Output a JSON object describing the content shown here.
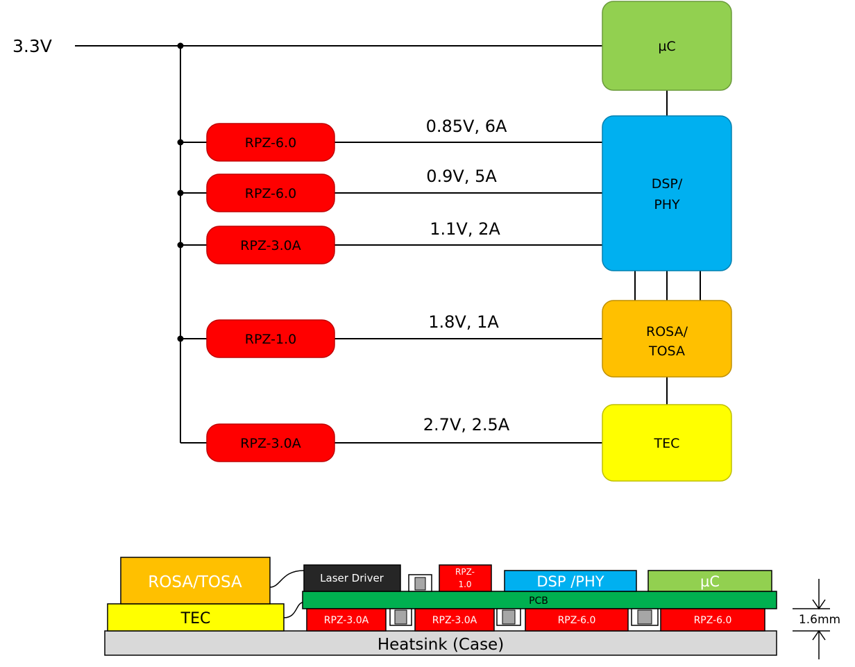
{
  "colors": {
    "regulator": "#ff0000",
    "mcu": "#92d050",
    "dsp": "#00b0f0",
    "rosa": "#ffc000",
    "tec": "#ffff00",
    "pcb": "#00b050",
    "heatsink": "#d9d9d9",
    "driver": "#262626",
    "wire": "#000000"
  },
  "schematic": {
    "supply_label": "3.3V",
    "loads": {
      "mcu": "µC",
      "dsp_line1": "DSP/",
      "dsp_line2": "PHY",
      "rosa_line1": "ROSA/",
      "rosa_line2": "TOSA",
      "tec": "TEC"
    },
    "rails": [
      {
        "regulator": "RPZ-6.0",
        "output": "0.85V, 6A"
      },
      {
        "regulator": "RPZ-6.0",
        "output": "0.9V, 5A"
      },
      {
        "regulator": "RPZ-3.0A",
        "output": "1.1V, 2A"
      },
      {
        "regulator": "RPZ-1.0",
        "output": "1.8V, 1A"
      },
      {
        "regulator": "RPZ-3.0A",
        "output": "2.7V, 2.5A"
      }
    ]
  },
  "cross_section": {
    "rosa_tosa": "ROSA/TOSA",
    "tec": "TEC",
    "laser_driver": "Laser Driver",
    "rpz_small_line1": "RPZ-",
    "rpz_small_line2": "1.0",
    "dsp_phy": "DSP /PHY",
    "mcu": "µC",
    "pcb": "PCB",
    "bottom_regulators": [
      "RPZ-3.0A",
      "RPZ-3.0A",
      "RPZ-6.0",
      "RPZ-6.0"
    ],
    "heatsink": "Heatsink (Case)",
    "thickness": "1.6mm"
  }
}
